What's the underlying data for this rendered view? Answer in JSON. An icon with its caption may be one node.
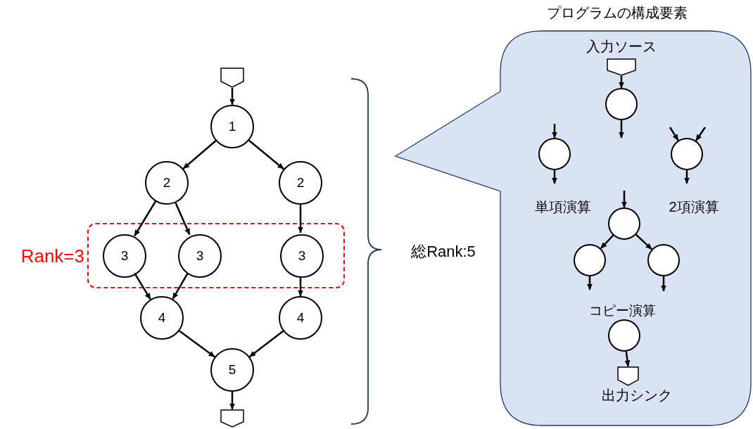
{
  "diagram": {
    "nodes": [
      {
        "text": [],
        "shape": "pentagon"
      },
      {
        "text": [
          "1"
        ]
      },
      {
        "text": [
          "2"
        ]
      },
      {
        "text": [
          "2"
        ]
      },
      {
        "text": [
          "Rank=3"
        ]
      },
      {
        "text": [
          "3"
        ],
        "in": 4
      },
      {
        "text": [
          "3"
        ],
        "in": 4
      },
      {
        "text": [
          "3"
        ],
        "in": 4
      },
      {
        "text": [
          "4"
        ]
      },
      {
        "text": [
          "4"
        ]
      },
      {
        "text": [
          "5"
        ]
      },
      {
        "text": [],
        "shape": "pentagon"
      },
      {
        "text": [
          "プログラムの構成要素"
        ]
      },
      {
        "text": [],
        "shape": "pentagon",
        "in": 12,
        "beside": [
          "入力ソース"
        ]
      },
      {
        "text": [],
        "shape": "circle",
        "in": 12
      },
      {
        "text": [],
        "shape": "circle",
        "in": 12
      },
      {
        "text": [],
        "shape": "circle",
        "in": 12
      },
      {
        "text": [],
        "shape": "circle",
        "in": 12
      },
      {
        "text": [],
        "shape": "circle",
        "in": 12
      },
      {
        "text": [],
        "shape": "circle",
        "in": 12
      },
      {
        "text": [],
        "shape": "circle",
        "in": 12
      },
      {
        "text": [],
        "shape": "pentagon",
        "in": 12,
        "beside": [
          "出力シンク"
        ]
      }
    ],
    "edges": [
      {
        "from": 0,
        "to": 1,
        "arrow": "to"
      },
      {
        "from": 1,
        "to": 2,
        "arrow": "to"
      },
      {
        "from": 1,
        "to": 3,
        "arrow": "to"
      },
      {
        "from": 2,
        "to": 5,
        "arrow": "to"
      },
      {
        "from": 2,
        "to": 6,
        "arrow": "to"
      },
      {
        "from": 3,
        "to": 7,
        "arrow": "to"
      },
      {
        "from": 5,
        "to": 8,
        "arrow": "to"
      },
      {
        "from": 6,
        "to": 8,
        "arrow": "to"
      },
      {
        "from": 7,
        "to": 9,
        "arrow": "to"
      },
      {
        "from": 8,
        "to": 10,
        "arrow": "to"
      },
      {
        "from": 9,
        "to": 10,
        "arrow": "to"
      },
      {
        "from": 10,
        "to": 11,
        "arrow": "to"
      },
      {
        "from": 13,
        "to": 14,
        "arrow": "to"
      },
      {
        "from": 14,
        "to": null,
        "arrow": "to"
      },
      {
        "from": null,
        "to": 15,
        "arrow": "to"
      },
      {
        "from": 15,
        "to": null,
        "arrow": "to"
      },
      {
        "from": null,
        "to": 16,
        "arrow": "to"
      },
      {
        "from": null,
        "to": 16,
        "arrow": "to"
      },
      {
        "from": 16,
        "to": null,
        "arrow": "to"
      },
      {
        "from": null,
        "to": 17,
        "arrow": "to"
      },
      {
        "from": 17,
        "to": 18,
        "arrow": "to"
      },
      {
        "from": 17,
        "to": 19,
        "arrow": "to"
      },
      {
        "from": 18,
        "to": null,
        "arrow": "to"
      },
      {
        "from": 19,
        "to": null,
        "arrow": "to"
      },
      {
        "from": 20,
        "to": 21,
        "arrow": "to"
      }
    ],
    "labels": [
      "総Rank:5",
      "単項演算",
      "2項演算",
      "コピー演算"
    ]
  }
}
